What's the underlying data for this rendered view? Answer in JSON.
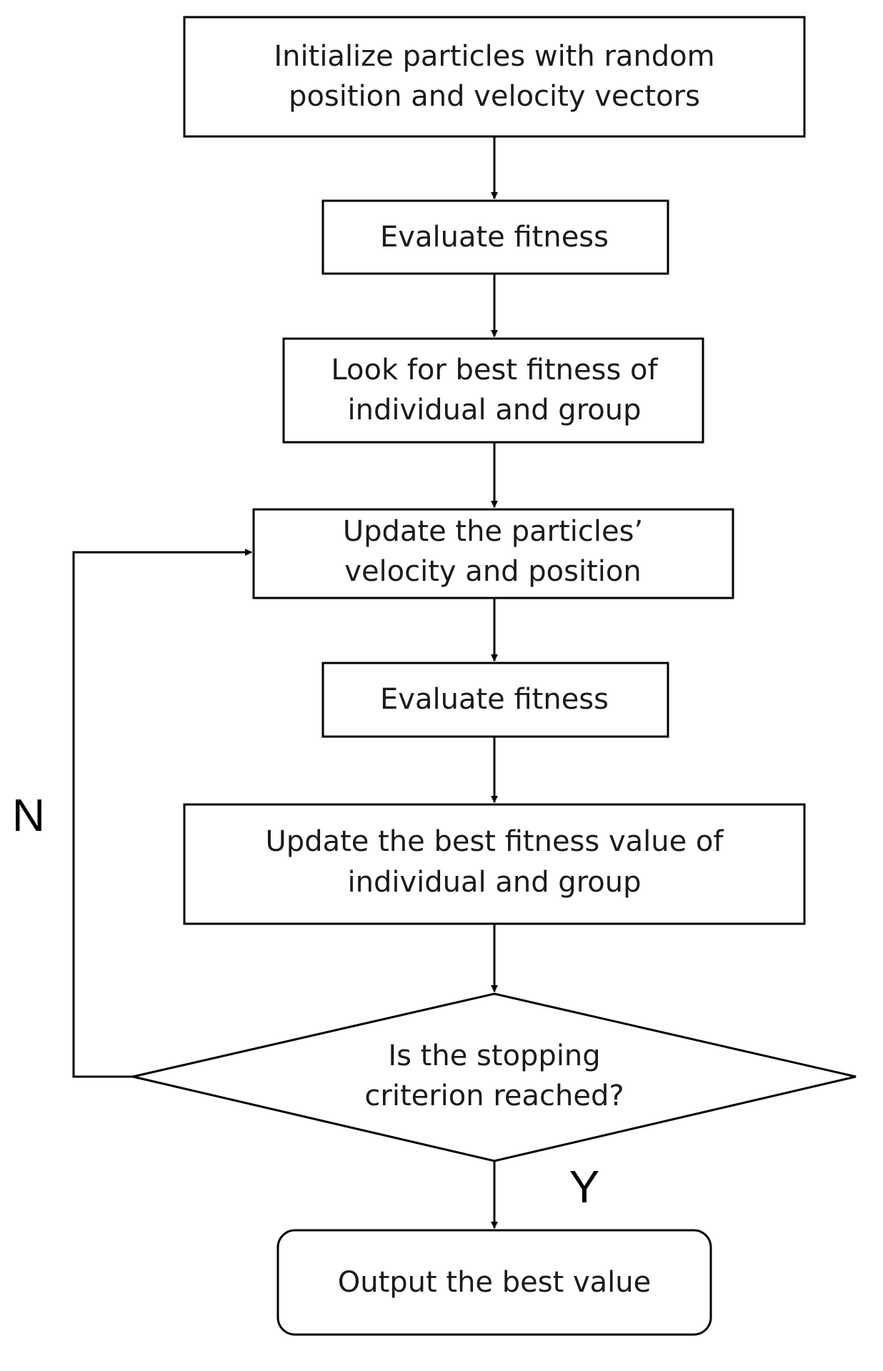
{
  "colors": {
    "stroke": "#000000",
    "text": "#1a1a1a",
    "background": "#ffffff"
  },
  "nodes": {
    "init": {
      "line1": "Initialize particles with random",
      "line2": "position and velocity vectors"
    },
    "evaluate1": {
      "line1": "Evaluate fitness"
    },
    "look": {
      "line1": "Look for best fitness of",
      "line2": "individual and group"
    },
    "update_vp": {
      "line1": "Update the particles’",
      "line2": "velocity and position"
    },
    "evaluate2": {
      "line1": "Evaluate fitness"
    },
    "update_best": {
      "line1": "Update the best fitness value of",
      "line2": "individual and group"
    },
    "decision": {
      "line1": "Is the stopping",
      "line2": "criterion reached?"
    },
    "output": {
      "line1": "Output the best value"
    }
  },
  "branches": {
    "no": "N",
    "yes": "Y"
  }
}
